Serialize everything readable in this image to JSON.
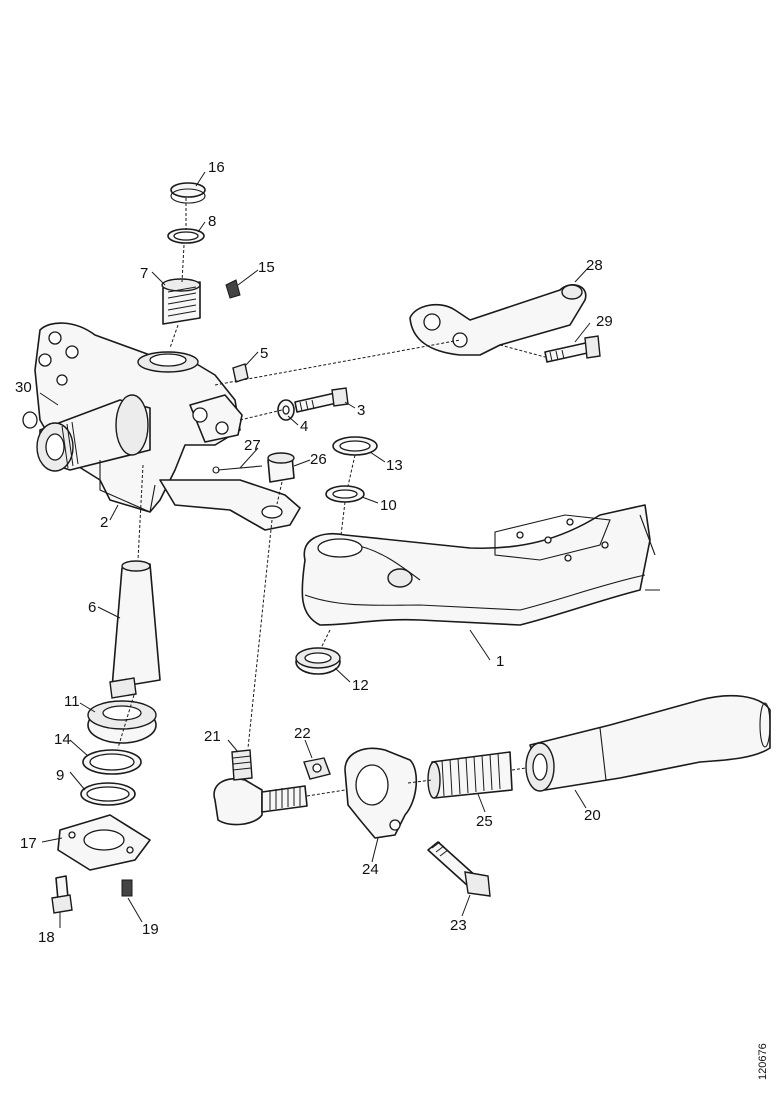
{
  "labels": {
    "l1": "1",
    "l2": "2",
    "l3": "3",
    "l4": "4",
    "l5": "5",
    "l6": "6",
    "l7": "7",
    "l8": "8",
    "l9": "9",
    "l10": "10",
    "l11": "11",
    "l12": "12",
    "l13": "13",
    "l14": "14",
    "l15": "15",
    "l16": "16",
    "l17": "17",
    "l18": "18",
    "l19": "19",
    "l20": "20",
    "l21": "21",
    "l22": "22",
    "l23": "23",
    "l24": "24",
    "l25": "25",
    "l26": "26",
    "l27": "27",
    "l28": "28",
    "l29": "29",
    "l30": "30"
  },
  "doc_id": "120676"
}
